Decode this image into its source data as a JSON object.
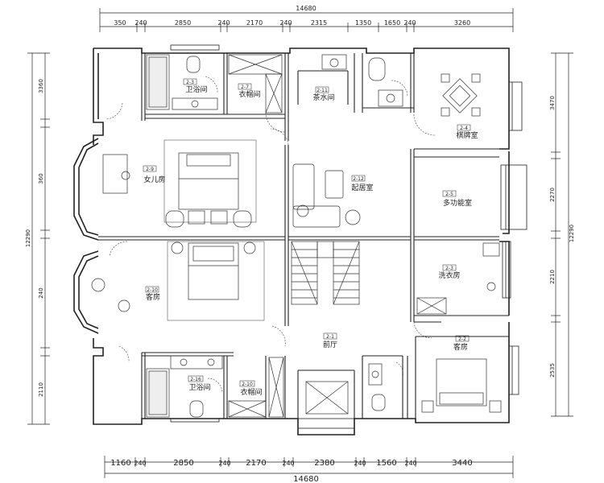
{
  "dimensions": {
    "top_total": "14680",
    "top_segments": [
      "350",
      "240",
      "2850",
      "240",
      "2170",
      "240",
      "2315",
      "1350",
      "1650",
      "240",
      "3260"
    ],
    "bottom_total": "14680",
    "bottom_segments": [
      "1160",
      "240",
      "2850",
      "240",
      "2170",
      "240",
      "2380",
      "240",
      "1560",
      "240",
      "3440"
    ],
    "left_total": "12290",
    "left_segments": [
      "3360",
      "360",
      "240",
      "2110"
    ],
    "right_total": "12290",
    "right_segments": [
      "3470",
      "2270",
      "2210",
      "2535"
    ]
  },
  "rooms": [
    {
      "tag": "2-3",
      "name": "卫浴间"
    },
    {
      "tag": "2-7",
      "name": "衣帽间"
    },
    {
      "tag": "2-11",
      "name": "茶水间"
    },
    {
      "tag": "2-4",
      "name": "棋牌室"
    },
    {
      "tag": "2-9",
      "name": "女儿房"
    },
    {
      "tag": "2-12",
      "name": "起居室"
    },
    {
      "tag": "2-5",
      "name": "多功能室"
    },
    {
      "tag": "2-10",
      "name": "客房"
    },
    {
      "tag": "2-3",
      "name": "洗衣房"
    },
    {
      "tag": "2-1",
      "name": "前厅"
    },
    {
      "tag": "2-2",
      "name": "客房"
    },
    {
      "tag": "2-16",
      "name": "卫浴间"
    },
    {
      "tag": "2-10",
      "name": "衣帽间"
    }
  ]
}
